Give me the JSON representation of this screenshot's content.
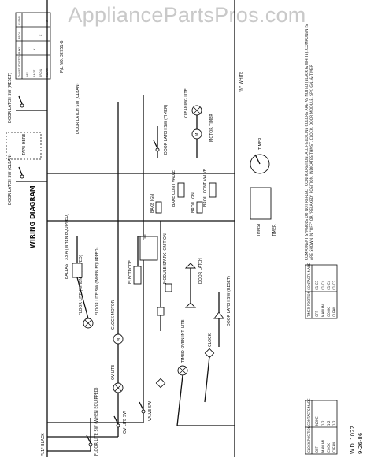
{
  "watermark": "AppliancePartsPros.com",
  "title": "WIRING DIAGRAM",
  "legend_note": "COMPONENT SYMBOLS DO NOT REFLECT CONFIGURATION. ALL FIELD LINE COLORS ARE AS NOTED (BLACK & WHITE). COMPONENTS ARE SHOWN IN \"OFF\" OR \"RELAXED\" POSITION. INDICATES THMST, CLOCK, DOOR MODULE, SPK IGN, & TIMER",
  "footer": {
    "code": "W.D. 1022",
    "date": "9-26-86",
    "part_no": "P/L NO. 32951-6"
  },
  "lines": {
    "l1": "\"L1\" BLACK",
    "n": "\"N\" WHITE"
  },
  "components": {
    "floor_lite_sw": "FLOOR LITE SW (WHEN EQUIPPED)",
    "ov_lite_sw": "OV LITE SW",
    "valve_sw": "VALVE SW",
    "floor_lite": "FLOOR LITE (WHEN EQUIPPED)",
    "floor_lite_sw2": "FLOOR LITE SW (WHEN EQUIPPED)",
    "ballast": "BALLAST 33 A (WHEN EQUIPPED)",
    "ov_lite": "OV LITE",
    "clock_motor": "CLOCK MOTOR",
    "electrode": "ELECTRODE",
    "module_spark": "MODULE SPARK IGNITION",
    "timed_oven_lite": "TIMED OVEN INT. LITE",
    "clock": "CLOCK",
    "door_latch_sw_reset": "DOOR LATCH SW (RESET)",
    "bake_ign": "BAKE IGN",
    "bake_cont_valve": "BAKE CONT VALVE",
    "broil_ign": "BROIL IGN",
    "broil_cont_valve": "BROIL CONT VALVE",
    "door_latch_sw_clean": "DOOR LATCH SW (CLEAN)",
    "door_latch": "DOOR LATCH",
    "tape_here": "TAPE HERE",
    "motor_timer": "MOTOR TIMER",
    "cleaning_lite": "CLEANING LITE",
    "timer": "TIMER",
    "thmst": "THMST",
    "door_latch_sw_timer": "DOOR LATCH SW (TIMER)",
    "timer_switch": "TIMER",
    "door_latch_sw_reset2": "DOOR LATCH SW (RESET)",
    "door_latch_sw_clean2": "DOOR LATCH SW (CLEAN)"
  },
  "tables": {
    "clock_table": {
      "headers": [
        "CLOCK POSITION",
        "CONTACTS MADE"
      ],
      "rows": [
        [
          "OFF",
          "NONE"
        ],
        [
          "MANUAL",
          "1-2"
        ],
        [
          "COOK",
          "1-2"
        ],
        [
          "CLEAN",
          "1-2"
        ]
      ]
    },
    "timer_table": {
      "headers": [
        "TIMER POSITION",
        "CONTACTS MADE"
      ],
      "rows": [
        [
          "OFF",
          "C1-C3"
        ],
        [
          "MANUAL",
          "C1-C4"
        ],
        [
          "COOK",
          "C1-C4"
        ],
        [
          "CLEAN",
          "C1-C2"
        ]
      ]
    },
    "thmst_table": {
      "headers": [
        "THMST POSITION",
        "BAKE",
        "BROIL",
        "CLEAN"
      ],
      "rows": [
        [
          "OFF",
          "",
          "",
          ""
        ],
        [
          "BAKE",
          "X",
          "",
          ""
        ],
        [
          "BROIL",
          "",
          "X",
          ""
        ],
        [
          "CLEAN",
          "",
          "",
          "X"
        ]
      ]
    }
  }
}
